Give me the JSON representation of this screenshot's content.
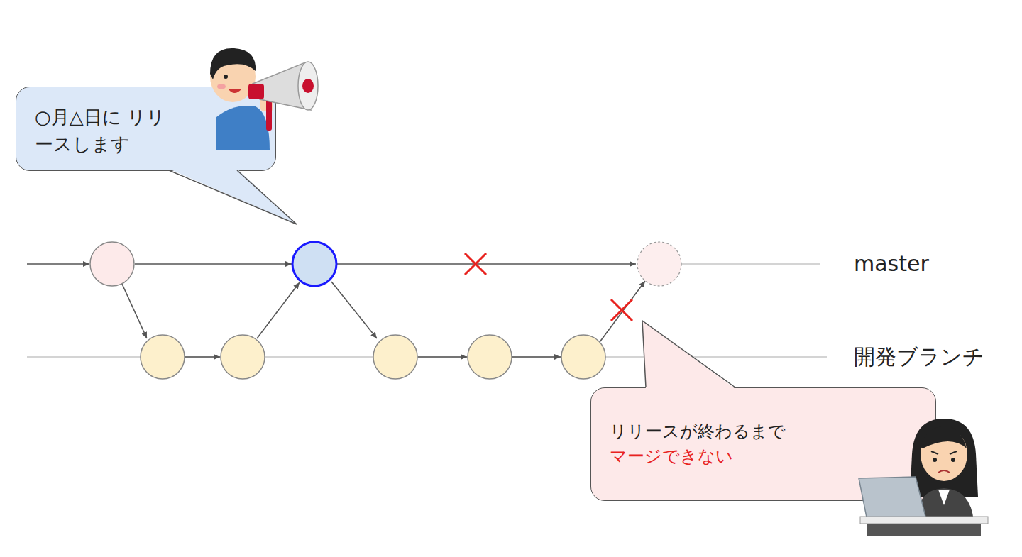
{
  "diagram": {
    "nodes": [
      {
        "text": [
          "○月△日に リリースします"
        ]
      },
      {
        "text": [
          "リリースが終わるまで",
          "マージできない"
        ]
      }
    ],
    "labels": [
      "master",
      "開発ブランチ"
    ]
  }
}
